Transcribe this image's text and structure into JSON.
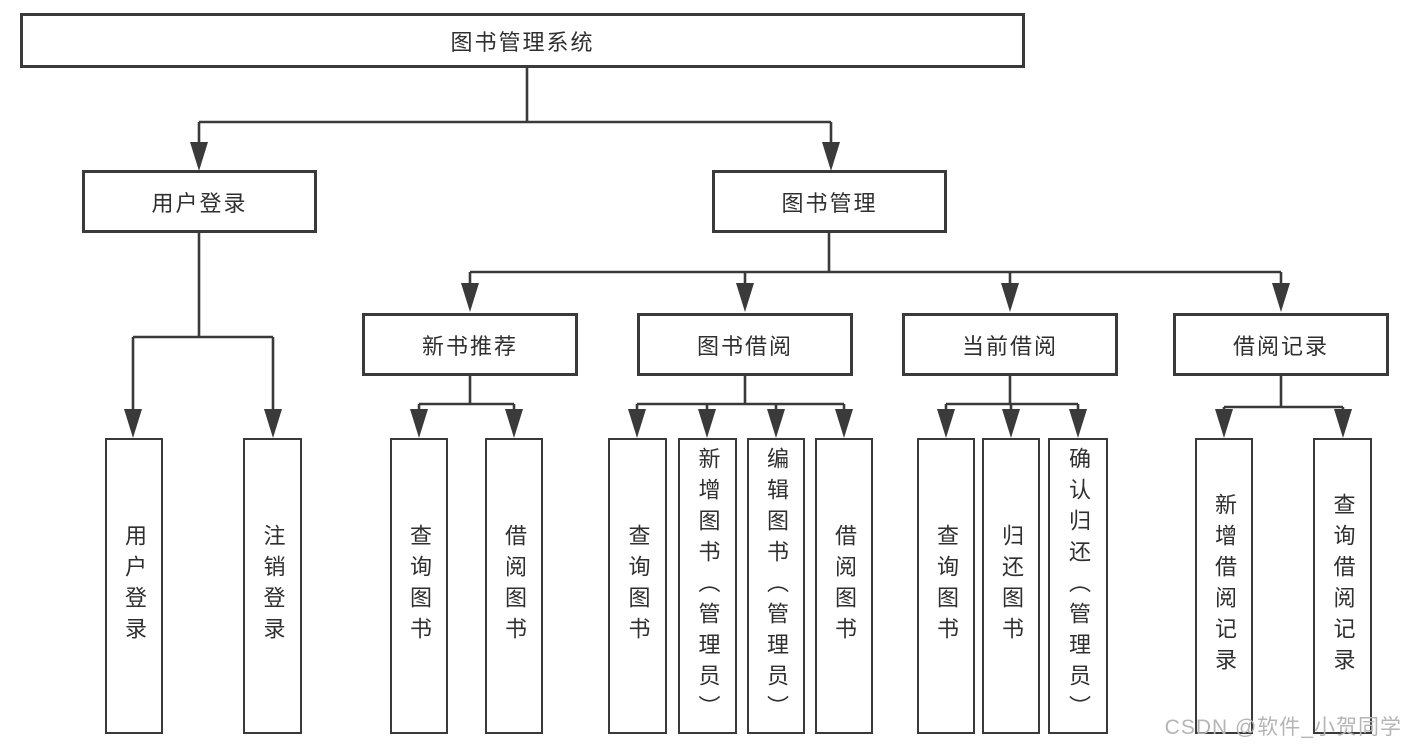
{
  "diagram": {
    "type": "hierarchy-tree",
    "tree": {
      "root": {
        "label": "图书管理系统",
        "children": [
          {
            "label": "用户登录",
            "children": [
              {
                "label": "用户登录"
              },
              {
                "label": "注销登录"
              }
            ]
          },
          {
            "label": "图书管理",
            "children": [
              {
                "label": "新书推荐",
                "children": [
                  {
                    "label": "查询图书"
                  },
                  {
                    "label": "借阅图书"
                  }
                ]
              },
              {
                "label": "图书借阅",
                "children": [
                  {
                    "label": "查询图书"
                  },
                  {
                    "label": "新增图书（管理员）"
                  },
                  {
                    "label": "编辑图书（管理员）"
                  },
                  {
                    "label": "借阅图书"
                  }
                ]
              },
              {
                "label": "当前借阅",
                "children": [
                  {
                    "label": "查询图书"
                  },
                  {
                    "label": "归还图书"
                  },
                  {
                    "label": "确认归还（管理员）"
                  }
                ]
              },
              {
                "label": "借阅记录",
                "children": [
                  {
                    "label": "新增借阅记录"
                  },
                  {
                    "label": "查询借阅记录"
                  }
                ]
              }
            ]
          }
        ]
      }
    },
    "colors": {
      "line": "#3a3a3a",
      "box_border": "#3a3a3a",
      "text": "#2f2f2f",
      "background": "#ffffff",
      "watermark": "#b5b5b5"
    }
  },
  "watermark": {
    "text": "CSDN @软件_小贺同学"
  }
}
